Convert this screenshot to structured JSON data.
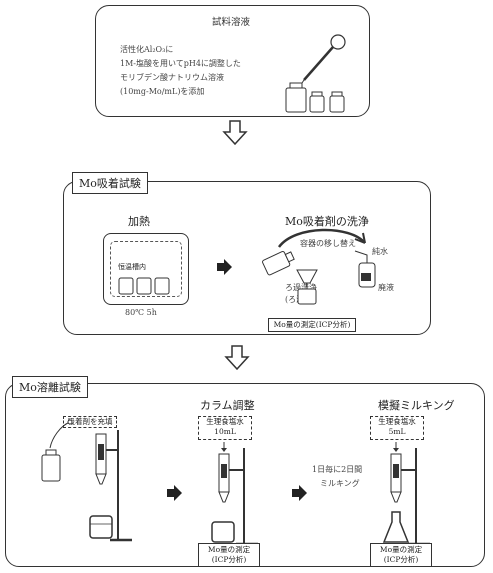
{
  "step1": {
    "title": "試料溶液",
    "lines": [
      "活性化Al₂O₃に",
      "1M-塩酸を用いてpH4に調整した",
      "モリブデン酸ナトリウム溶液",
      "(10mg-Mo/mL)を添加"
    ]
  },
  "step2": {
    "tab": "Mo吸着試験",
    "heat_label": "加熱",
    "oven_label": "恒温槽内",
    "oven_caption": "80℃ 5h",
    "wash_title": "Mo吸着剤の洗浄",
    "transfer_label": "容器の移し替え",
    "water_label": "純水",
    "filter_label": "ろ過洗浄",
    "filtrate_label": "(ろ液)",
    "waste_label": "廃液",
    "result_box": "Mo量の測定(ICP分析)"
  },
  "step3": {
    "tab": "Mo溶離試験",
    "column_title": "カラム調整",
    "milking_title": "模擬ミルキング",
    "slurry_label": "吸着剤を充填",
    "saline1_label": "生理食塩水",
    "saline1_volume": "10mL",
    "middle_note": "1日毎に2日間",
    "middle_note2": "ミルキング",
    "saline2_label": "生理食塩水",
    "saline2_volume": "5mL",
    "result_box1": "Mo量の測定(ICP分析)",
    "result_box2": "Mo量の測定(ICP分析)"
  }
}
